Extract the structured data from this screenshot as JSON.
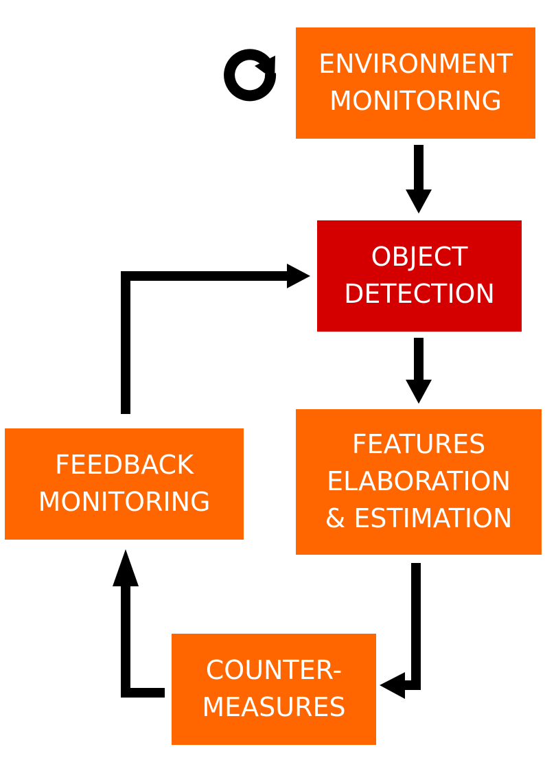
{
  "colors": {
    "process": "#FF6600",
    "highlight": "#D40000",
    "text": "#FFFFFF",
    "arrow": "#000000"
  },
  "nodes": {
    "environment": {
      "label": "ENVIRONMENT\nMONITORING"
    },
    "object_detection": {
      "label": "OBJECT\nDETECTION"
    },
    "features": {
      "label": "FEATURES\nELABORATION\n& ESTIMATION"
    },
    "counter": {
      "label": "COUNTER-\nMEASURES"
    },
    "feedback": {
      "label": "FEEDBACK\nMONITORING"
    }
  },
  "icons": {
    "repeat": "refresh-icon"
  }
}
